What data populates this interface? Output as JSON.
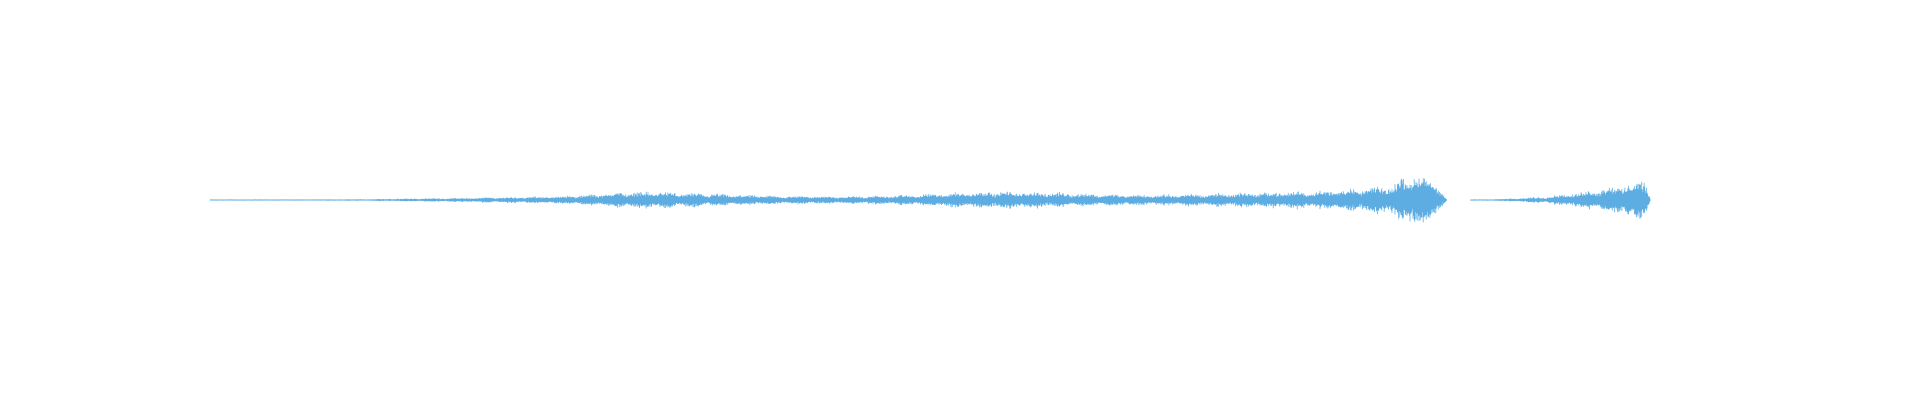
{
  "waveform": {
    "color": "#5dade2",
    "background": "#ffffff",
    "segments": [
      {
        "name": "segment-1",
        "start": 0.0,
        "end": 0.7428,
        "amplitude_envelope": [
          [
            0.0,
            0.005
          ],
          [
            0.03,
            0.006
          ],
          [
            0.08,
            0.012
          ],
          [
            0.12,
            0.02
          ],
          [
            0.16,
            0.035
          ],
          [
            0.2,
            0.05
          ],
          [
            0.24,
            0.07
          ],
          [
            0.27,
            0.08
          ],
          [
            0.3,
            0.11
          ],
          [
            0.33,
            0.18
          ],
          [
            0.36,
            0.2
          ],
          [
            0.39,
            0.16
          ],
          [
            0.42,
            0.13
          ],
          [
            0.46,
            0.1
          ],
          [
            0.5,
            0.09
          ],
          [
            0.54,
            0.1
          ],
          [
            0.57,
            0.12
          ],
          [
            0.6,
            0.17
          ],
          [
            0.63,
            0.2
          ],
          [
            0.66,
            0.19
          ],
          [
            0.69,
            0.17
          ],
          [
            0.72,
            0.14
          ],
          [
            0.75,
            0.12
          ],
          [
            0.78,
            0.13
          ],
          [
            0.81,
            0.15
          ],
          [
            0.84,
            0.17
          ],
          [
            0.87,
            0.19
          ],
          [
            0.9,
            0.22
          ],
          [
            0.93,
            0.27
          ],
          [
            0.955,
            0.35
          ],
          [
            0.975,
            0.7
          ],
          [
            0.985,
            0.5
          ],
          [
            0.995,
            0.25
          ],
          [
            1.0,
            0.02
          ]
        ]
      },
      {
        "name": "segment-2",
        "start": 0.7572,
        "end": 0.8652,
        "amplitude_envelope": [
          [
            0.0,
            0.01
          ],
          [
            0.1,
            0.02
          ],
          [
            0.2,
            0.03
          ],
          [
            0.3,
            0.05
          ],
          [
            0.4,
            0.08
          ],
          [
            0.5,
            0.12
          ],
          [
            0.6,
            0.18
          ],
          [
            0.7,
            0.25
          ],
          [
            0.8,
            0.32
          ],
          [
            0.9,
            0.42
          ],
          [
            0.95,
            0.5
          ],
          [
            0.98,
            0.35
          ],
          [
            1.0,
            0.02
          ]
        ]
      }
    ]
  }
}
